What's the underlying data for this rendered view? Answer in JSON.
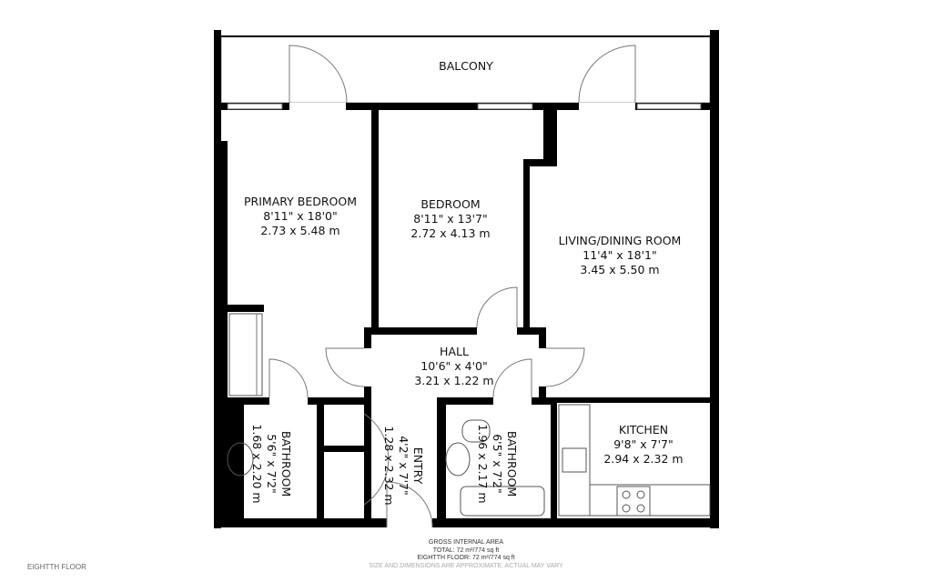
{
  "rooms": {
    "balcony": {
      "name": "BALCONY"
    },
    "primary_bedroom": {
      "name": "PRIMARY BEDROOM",
      "imperial": "8'11\" x 18'0\"",
      "metric": "2.73 x 5.48 m"
    },
    "bedroom": {
      "name": "BEDROOM",
      "imperial": "8'11\" x 13'7\"",
      "metric": "2.72 x 4.13 m"
    },
    "living": {
      "name": "LIVING/DINING ROOM",
      "imperial": "11'4\" x 18'1\"",
      "metric": "3.45 x 5.50 m"
    },
    "hall": {
      "name": "HALL",
      "imperial": "10'6\" x 4'0\"",
      "metric": "3.21 x 1.22 m"
    },
    "kitchen": {
      "name": "KITCHEN",
      "imperial": "9'8\" x 7'7\"",
      "metric": "2.94 x 2.32 m"
    },
    "bathroom1": {
      "name": "BATHROOM",
      "imperial": "5'6\" x 7'2\"",
      "metric": "1.68 x 2.20 m"
    },
    "entry": {
      "name": "ENTRY",
      "imperial": "4'2\" x 7'7\"",
      "metric": "1.28 x 2.32 m"
    },
    "bathroom2": {
      "name": "BATHROOM",
      "imperial": "6'5\" x 7'2\"",
      "metric": "1.96 x 2.17 m"
    }
  },
  "footer": {
    "title": "GROSS INTERNAL AREA",
    "total": "TOTAL: 72 m²/774 sq ft",
    "floor_area": "EIGHTTH FLOOR: 72 m²/774 sq ft",
    "disclaimer": "SIZE AND DIMENSIONS ARE APPROXIMATE, ACTUAL MAY VARY",
    "floor_label": "EIGHTTH FLOOR"
  }
}
